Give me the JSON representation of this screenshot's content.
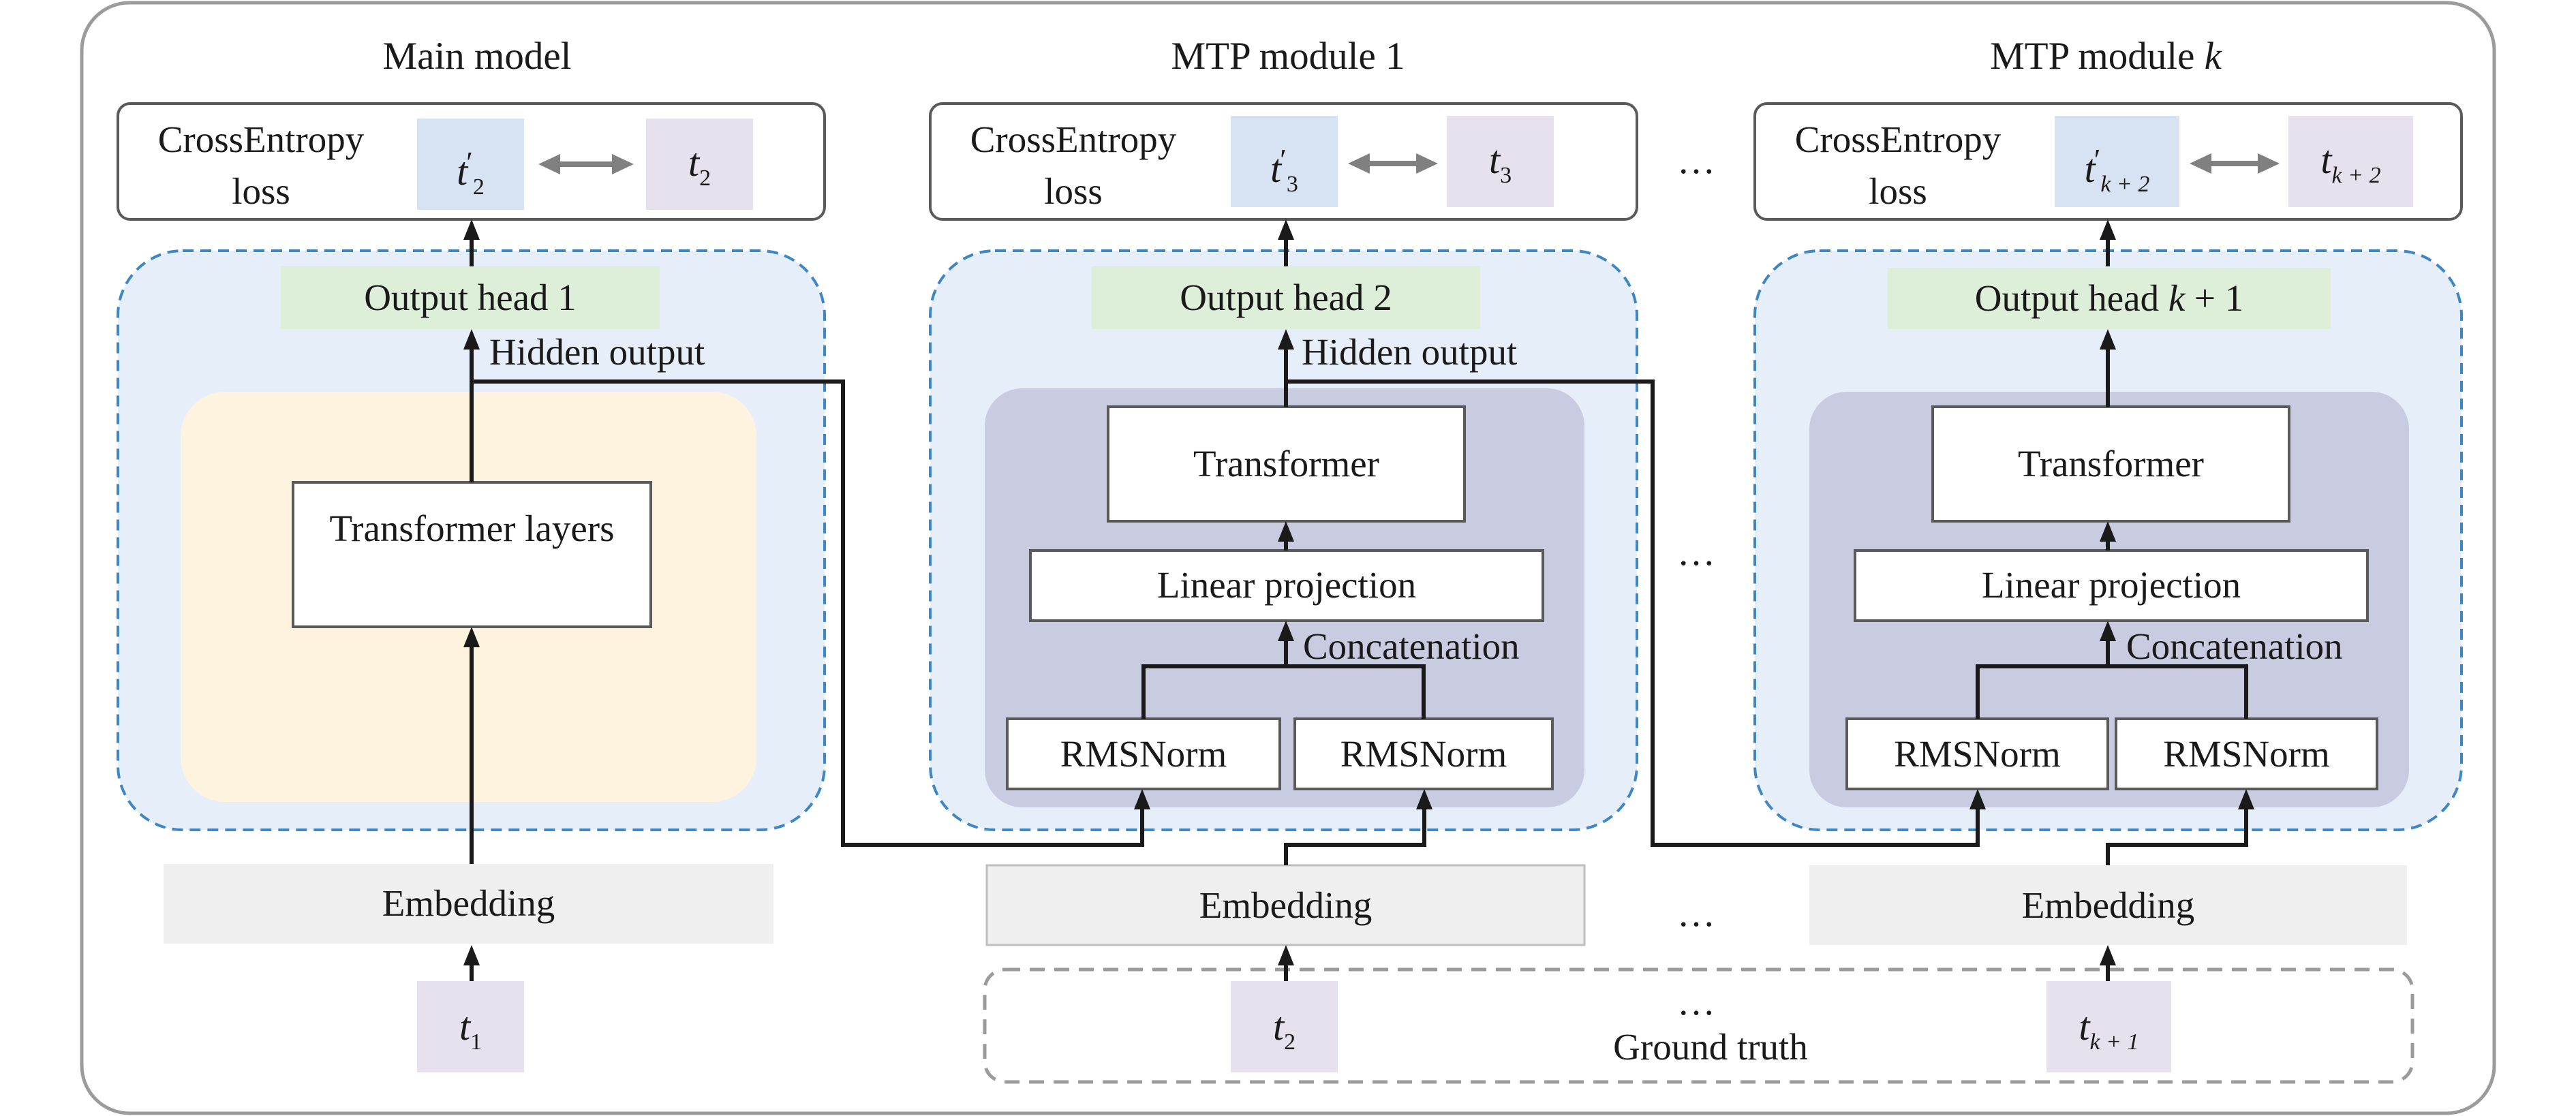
{
  "modules": [
    {
      "title": "Main model",
      "loss": {
        "label": "CrossEntropy loss",
        "pred_token": "t",
        "pred_sub": "2",
        "target_token": "t",
        "target_sub": "2"
      },
      "output_head": "Output head 1",
      "hidden_output": "Hidden output",
      "core": "Transformer layers",
      "embedding": "Embedding",
      "input_token": {
        "base": "t",
        "sub": "1"
      }
    },
    {
      "title": "MTP module 1",
      "loss": {
        "label": "CrossEntropy loss",
        "pred_token": "t",
        "pred_sub": "3",
        "target_token": "t",
        "target_sub": "3"
      },
      "output_head": "Output head 2",
      "hidden_output": "Hidden output",
      "transformer": "Transformer",
      "linear_projection": "Linear projection",
      "concatenation": "Concatenation",
      "rmsnorm_left": "RMSNorm",
      "rmsnorm_right": "RMSNorm",
      "embedding": "Embedding",
      "input_token": {
        "base": "t",
        "sub": "2"
      }
    },
    {
      "title_prefix": "MTP module",
      "title_var": "k",
      "loss": {
        "label": "CrossEntropy loss",
        "pred_token": "t",
        "pred_sub": "k + 2",
        "target_token": "t",
        "target_sub": "k + 2"
      },
      "output_head_prefix": "Output head",
      "output_head_var": "k",
      "output_head_suffix": " + 1",
      "transformer": "Transformer",
      "linear_projection": "Linear projection",
      "concatenation": "Concatenation",
      "rmsnorm_left": "RMSNorm",
      "rmsnorm_right": "RMSNorm",
      "embedding": "Embedding",
      "input_token": {
        "base": "t",
        "sub": "k + 1"
      }
    }
  ],
  "ground_truth_label": "Ground truth",
  "ellipsis": "…",
  "colors": {
    "frame": "#9b9b9b",
    "module_fill": "#e6eff9",
    "module_border": "#3f86c4",
    "main_core_fill": "#fdf3df",
    "mtp_core_fill": "#c9cbe1",
    "output_head_fill": "#ddeed9",
    "embedding_fill": "#efefef",
    "pred_token_fill": "#d7e3f2",
    "target_token_fill": "#e6e1ec",
    "arrow_dark": "#1a1a1a",
    "arrow_gray": "#808080"
  }
}
